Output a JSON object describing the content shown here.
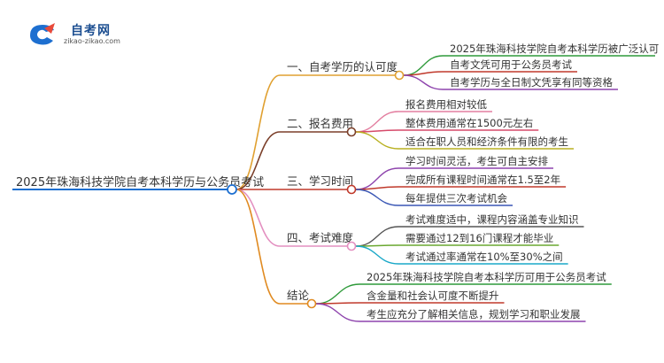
{
  "logo": {
    "name": "自考网",
    "url": "zikao-zikao.com"
  },
  "root": {
    "label": "2025年珠海科技学院自考本科学历与公务员考试"
  },
  "branches": [
    {
      "label": "一、自考学历的认可度",
      "color": "#e0a030",
      "leaves": [
        {
          "label": "2025年珠海科技学院自考本科学历被广泛认可",
          "color": "#2e9a3a"
        },
        {
          "label": "自考文凭可用于公务员考试",
          "color": "#c0392b"
        },
        {
          "label": "自考学历与全日制文凭享有同等资格",
          "color": "#8e44ad"
        }
      ]
    },
    {
      "label": "二、报名费用",
      "color": "#7b3f2a",
      "leaves": [
        {
          "label": "报名费用相对较低",
          "color": "#e37fa0"
        },
        {
          "label": "整体费用通常在1500元左右",
          "color": "#d64a6a"
        },
        {
          "label": "适合在职人员和经济条件有限的考生",
          "color": "#b8b020"
        }
      ]
    },
    {
      "label": "三、学习时间",
      "color": "#c0392b",
      "leaves": [
        {
          "label": "学习时间灵活，考生可自主安排",
          "color": "#8e44ad"
        },
        {
          "label": "完成所有课程时间通常在1.5至2年",
          "color": "#c0392b"
        },
        {
          "label": "每年提供三次考试机会",
          "color": "#3a57b5"
        }
      ]
    },
    {
      "label": "四、考试难度",
      "color": "#e38fc0",
      "leaves": [
        {
          "label": "考试难度适中，课程内容涵盖专业知识",
          "color": "#555555"
        },
        {
          "label": "需要通过12到16门课程才能毕业",
          "color": "#6aa830"
        },
        {
          "label": "考试通过率通常在10%至30%之间",
          "color": "#1aa8c8"
        }
      ]
    },
    {
      "label": "结论",
      "color": "#e08a20",
      "leaves": [
        {
          "label": "2025年珠海科技学院自考本科学历可用于公务员考试",
          "color": "#2e9a3a"
        },
        {
          "label": "含金量和社会认可度不断提升",
          "color": "#c0392b"
        },
        {
          "label": "考生应充分了解相关信息，规划学习和职业发展",
          "color": "#8e44ad"
        }
      ]
    }
  ]
}
